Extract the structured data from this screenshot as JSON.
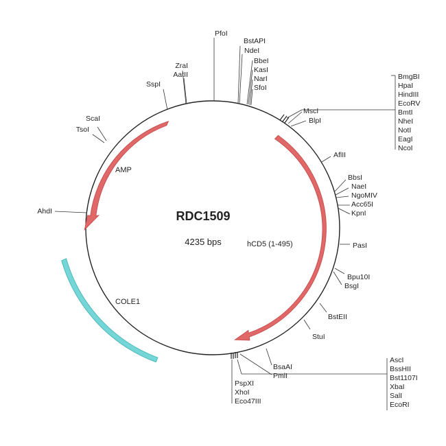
{
  "plasmid": {
    "name": "RDC1509",
    "size_label": "4235 bps"
  },
  "colors": {
    "arrow": "#e06868",
    "arrow_stroke": "#c85050",
    "cole1": "#75d6d8",
    "backbone": "#222222"
  },
  "features": [
    {
      "id": "amp",
      "label": "AMP",
      "type": "arrow",
      "color": "#e06868"
    },
    {
      "id": "hcd5",
      "label": "hCD5 (1-495)",
      "type": "arrow",
      "color": "#e06868"
    },
    {
      "id": "cole1",
      "label": "COLE1",
      "type": "box",
      "color": "#75d6d8"
    }
  ],
  "sites": {
    "pfoi": "PfoI",
    "bstapi": "BstAPI",
    "ndei": "NdeI",
    "bbei": "BbeI",
    "kasi": "KasI",
    "nari": "NarI",
    "sfoi": "SfoI",
    "zrai": "ZraI",
    "aatii": "AatII",
    "sspi": "SspI",
    "scai": "ScaI",
    "tsoi": "TsoI",
    "ahdi": "AhdI",
    "msci": "MscI",
    "blpi": "BlpI",
    "bmgbi": "BmgBI",
    "hpai": "HpaI",
    "hindiii": "HindIII",
    "ecorv": "EcoRV",
    "bmti": "BmtI",
    "nhei": "NheI",
    "noti": "NotI",
    "eagi": "EagI",
    "ncoi": "NcoI",
    "aflii": "AflII",
    "bbsi": "BbsI",
    "naei": "NaeI",
    "ngomiv": "NgoMIV",
    "acc65i": "Acc65I",
    "kpni": "KpnI",
    "pasi": "PasI",
    "bpu10i": "Bpu10I",
    "bsgi": "BsgI",
    "bsteii": "BstEII",
    "stui": "StuI",
    "bsaai": "BsaAI",
    "pmli": "PmlI",
    "pspxi": "PspXI",
    "xhoi": "XhoI",
    "eco47iii": "Eco47III",
    "asci": "AscI",
    "bsshii": "BssHII",
    "bst1107i": "Bst1107I",
    "xbai": "XbaI",
    "sali": "SalI",
    "ecori": "EcoRI"
  }
}
